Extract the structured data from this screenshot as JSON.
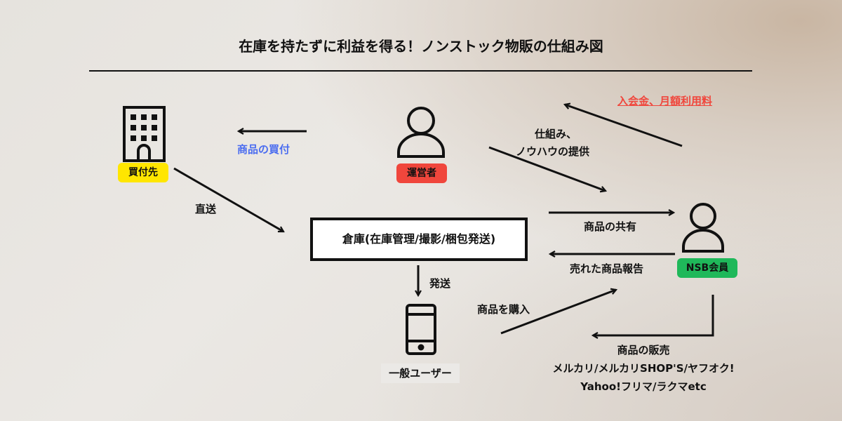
{
  "title": "在庫を持たずに利益を得る！ノンストック物販の仕組み図",
  "nodes": {
    "supplier": {
      "label": "買付先",
      "color": "#ffe600"
    },
    "operator": {
      "label": "運営者",
      "color": "#f0463c"
    },
    "member": {
      "label": "NSB会員",
      "color": "#1fb85a"
    },
    "warehouse": {
      "label": "倉庫(在庫管理/撮影/梱包発送)"
    },
    "user": {
      "label": "一般ユーザー"
    }
  },
  "edges": {
    "purchase": "商品の買付",
    "fee": "入会金、月額利用料",
    "knowhow_1": "仕組み、",
    "knowhow_2": "ノウハウの提供",
    "direct": "直送",
    "share": "商品の共有",
    "report": "売れた商品報告",
    "ship": "発送",
    "buy": "商品を購入",
    "sell_title": "商品の販売",
    "sell_line1": "メルカリ/メルカリSHOP'S/ヤフオク!",
    "sell_line2": "Yahoo!フリマ/ラクマetc"
  },
  "colors": {
    "purchase_label": "#4a6cf0",
    "fee_label": "#f0463c"
  }
}
